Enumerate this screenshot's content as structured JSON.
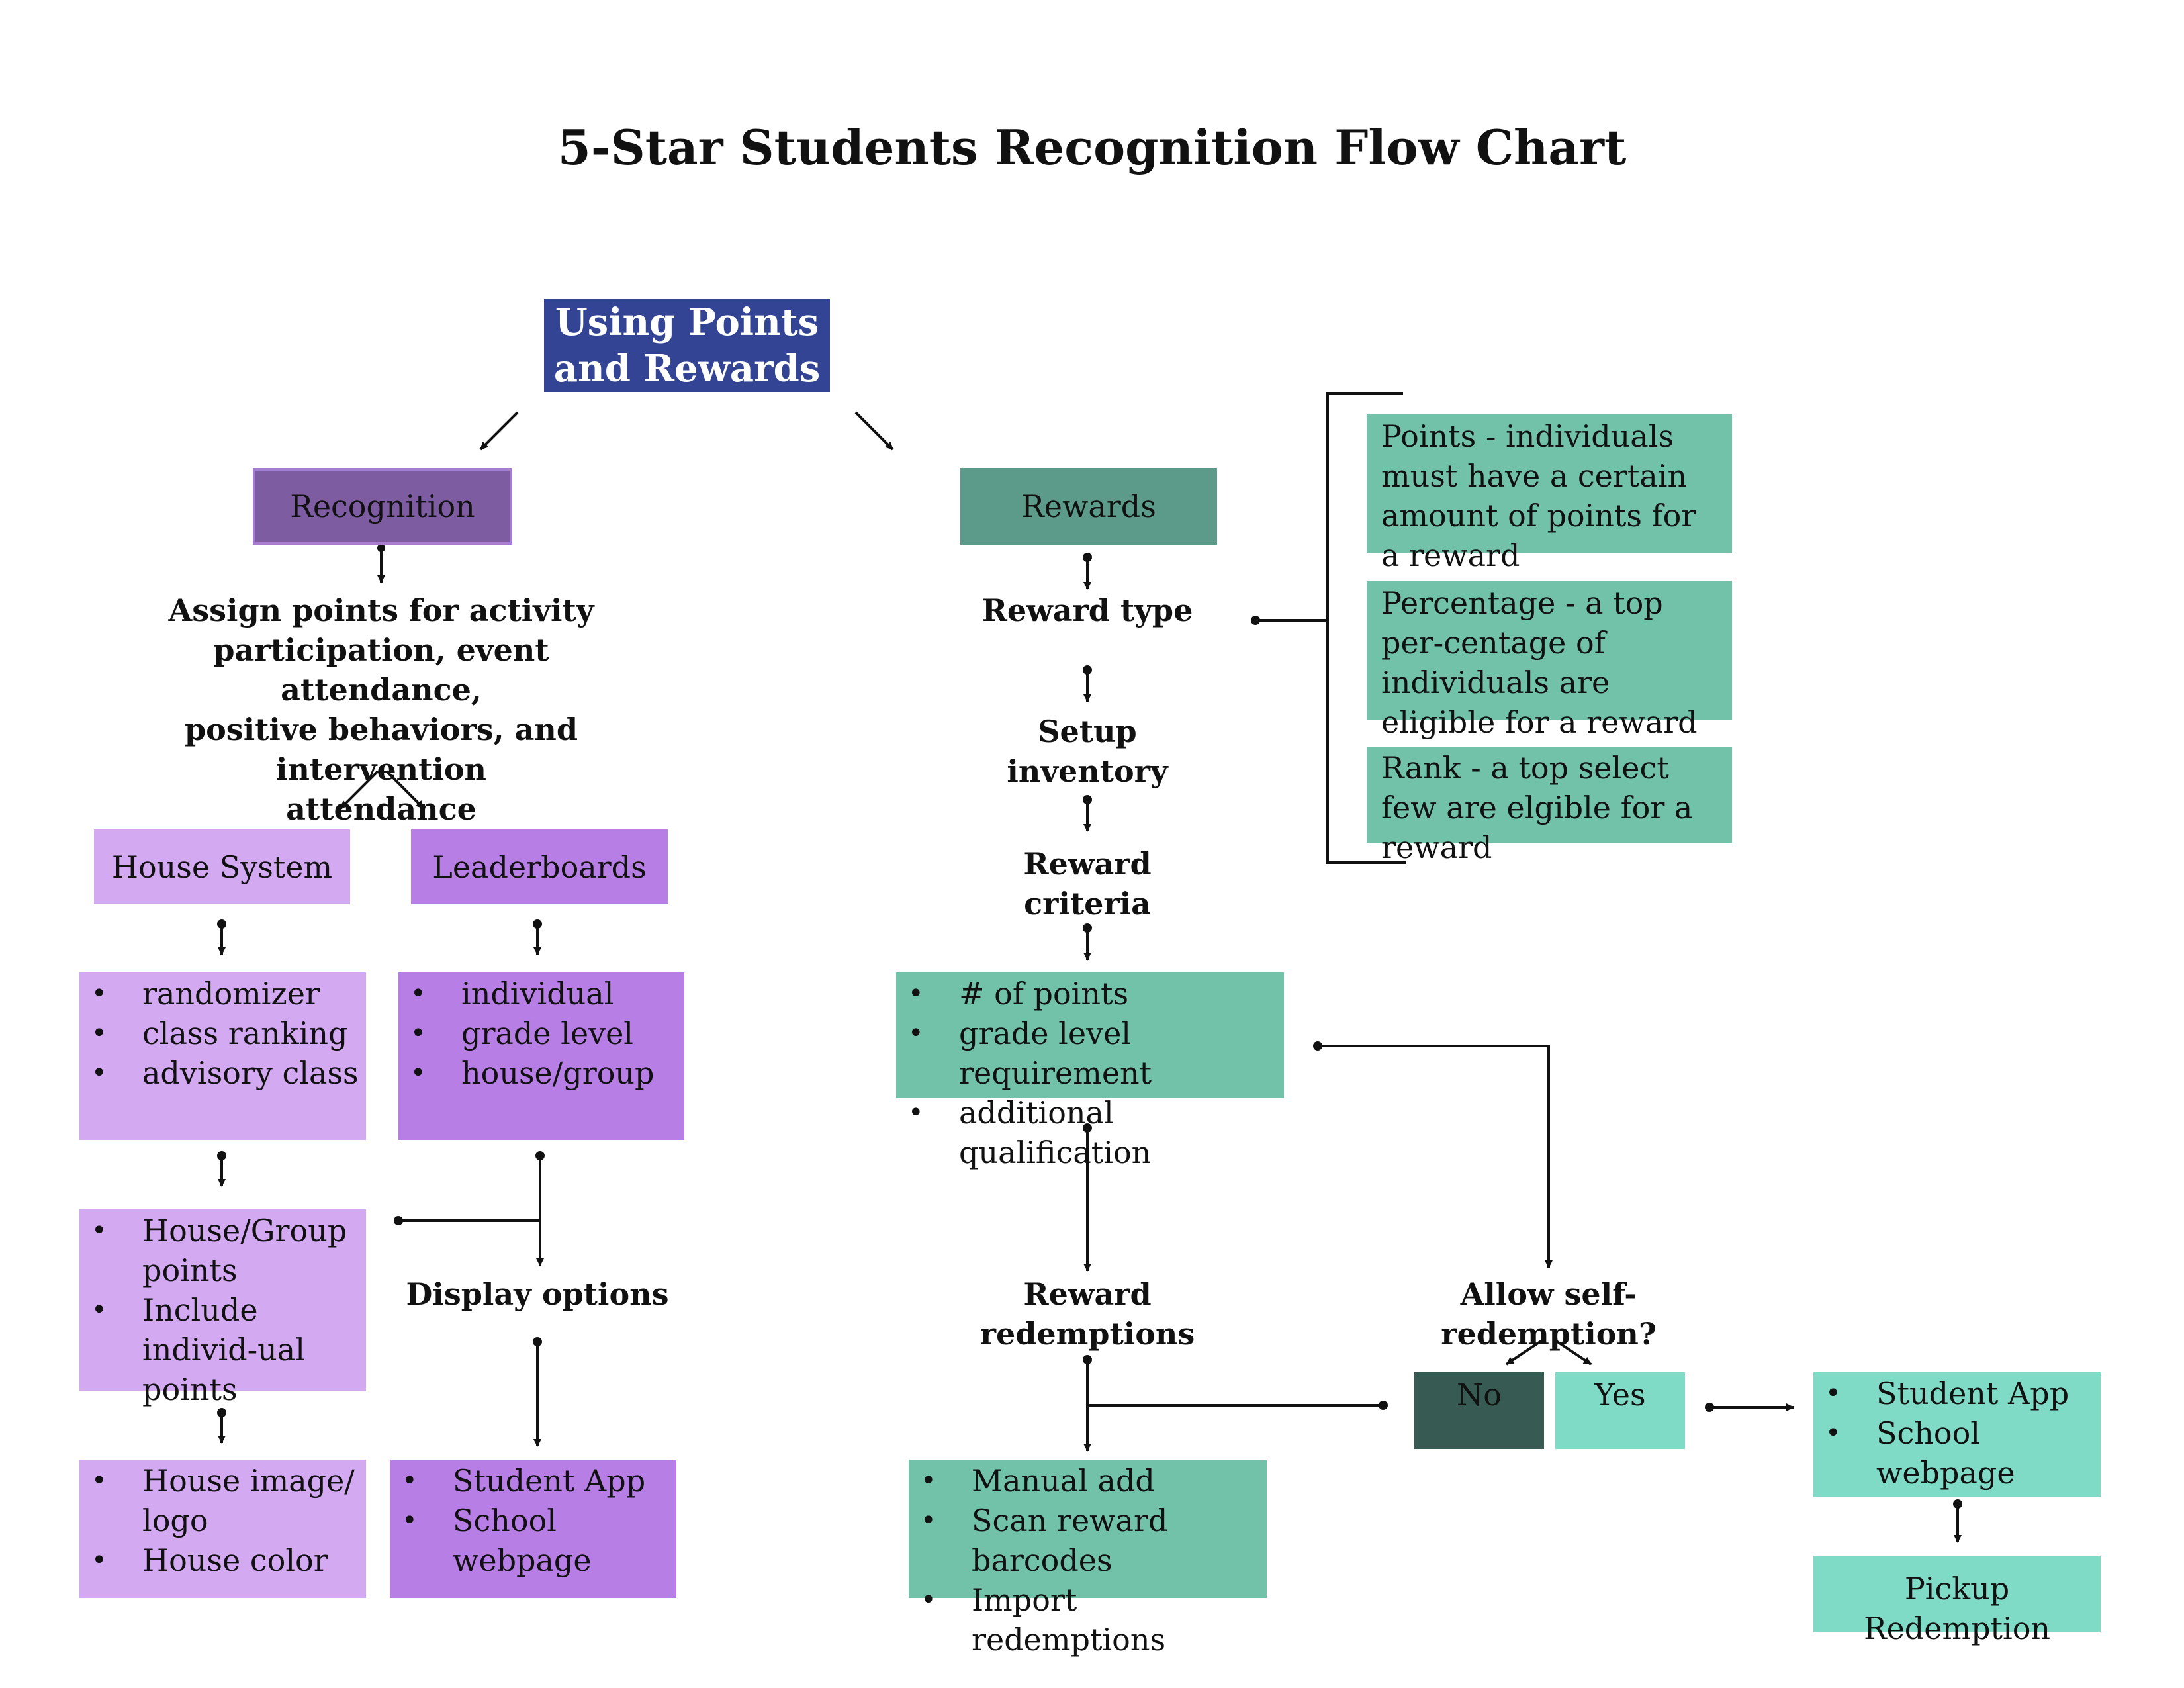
{
  "title": "5-Star Students Recognition Flow Chart",
  "colors": {
    "navy": "#324493",
    "purple_dark": "#7e5ca1",
    "purple_light": "#d3a9f2",
    "purple_mid": "#b77fe6",
    "teal_dark": "#5c9b89",
    "teal": "#72c1a9",
    "teal_light": "#7fdac6",
    "teal_darkest": "#375a52"
  },
  "root": {
    "line1": "Using Points",
    "line2": "and Rewards"
  },
  "recognition": {
    "label": "Recognition",
    "assign_lines": [
      "Assign points for activity",
      "participation, event attendance,",
      "positive behaviors, and intervention",
      "attendance"
    ],
    "house_system": "House System",
    "leaderboards": "Leaderboards",
    "house_list": [
      "randomizer",
      "class ranking",
      "advisory class"
    ],
    "leader_list": [
      "individual",
      "grade level",
      "house/group"
    ],
    "house_points": [
      "House/Group points",
      "Include individ-ual points"
    ],
    "house_image": [
      "House image/ logo",
      "House color"
    ],
    "display_options": "Display options",
    "display_list": [
      "Student App",
      "School webpage"
    ]
  },
  "rewards": {
    "label": "Rewards",
    "reward_type": "Reward type",
    "setup_inventory": "Setup inventory",
    "reward_criteria": "Reward criteria",
    "types": [
      "Points - individuals must have a certain amount of points for a reward",
      "Percentage - a top per-centage of individuals are eligible for a reward",
      "Rank - a top select few are elgible for a reward"
    ],
    "criteria_list": [
      "# of points",
      "grade level requirement",
      "additional qualification"
    ],
    "reward_redemptions": "Reward redemptions",
    "redemption_list": [
      "Manual add",
      "Scan reward barcodes",
      "Import redemptions"
    ],
    "allow_self": "Allow self-redemption?",
    "no": "No",
    "yes": "Yes",
    "self_list": [
      "Student App",
      "School webpage"
    ],
    "pickup": "Pickup Redemption"
  }
}
